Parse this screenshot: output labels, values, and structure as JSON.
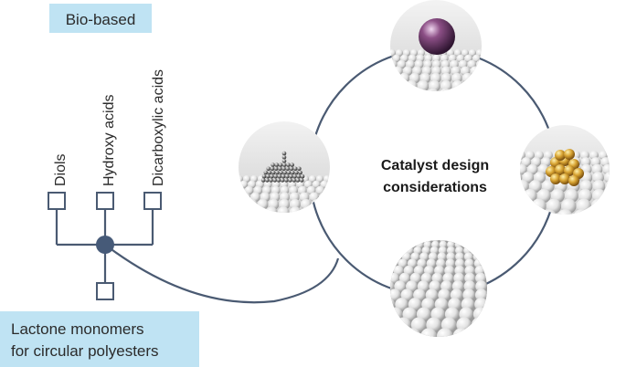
{
  "labels": {
    "bio_based": "Bio-based",
    "monomers_line1": "Lactone monomers",
    "monomers_line2": "for circular polyesters",
    "center_line1": "Catalyst design",
    "center_line2": "considerations"
  },
  "inputs": [
    "Diols",
    "Hydroxy acids",
    "Dicarboxylic acids"
  ],
  "colors": {
    "line": "#4a5a72",
    "label_bg": "#bfe3f3",
    "node": "#465a78",
    "center_text": "#1a1a1a"
  },
  "images": [
    {
      "name": "single-atom-sphere-image",
      "ball_color": "#6a3a6a"
    },
    {
      "name": "gold-cluster-image",
      "ball_color": "#c99a2a"
    },
    {
      "name": "support-surface-image",
      "ball_color": "#b8b8b8"
    },
    {
      "name": "metal-nanoparticle-image",
      "ball_color": "#555555"
    }
  ]
}
